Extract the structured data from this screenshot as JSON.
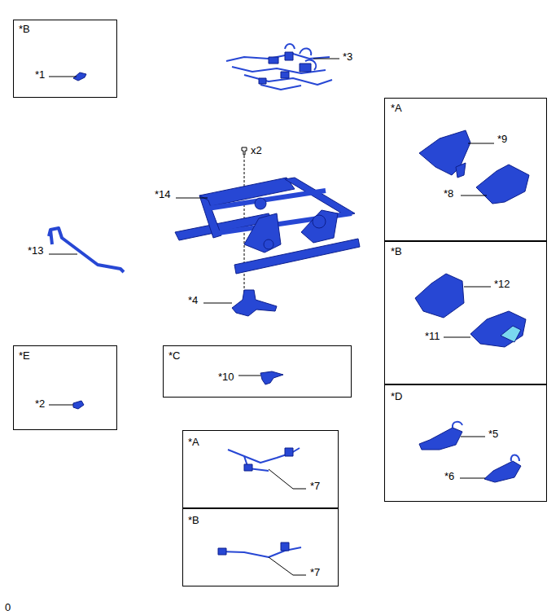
{
  "diagram": {
    "nodes": [
      {
        "text": [
          "*B",
          "*1"
        ]
      },
      {
        "text": [
          "*A",
          "*9",
          "*8"
        ]
      },
      {
        "text": [
          "*B",
          "*12",
          "*11"
        ]
      },
      {
        "text": [
          "*E",
          "*2"
        ]
      },
      {
        "text": [
          "*C",
          "*10"
        ]
      },
      {
        "text": [
          "*D",
          "*5",
          "*6"
        ]
      },
      {
        "text": [
          "*A",
          "*7"
        ]
      },
      {
        "text": [
          "*B",
          "*7"
        ]
      }
    ],
    "labels": [
      "*3",
      "x2",
      "*14",
      "*13",
      "*4",
      "0"
    ]
  }
}
